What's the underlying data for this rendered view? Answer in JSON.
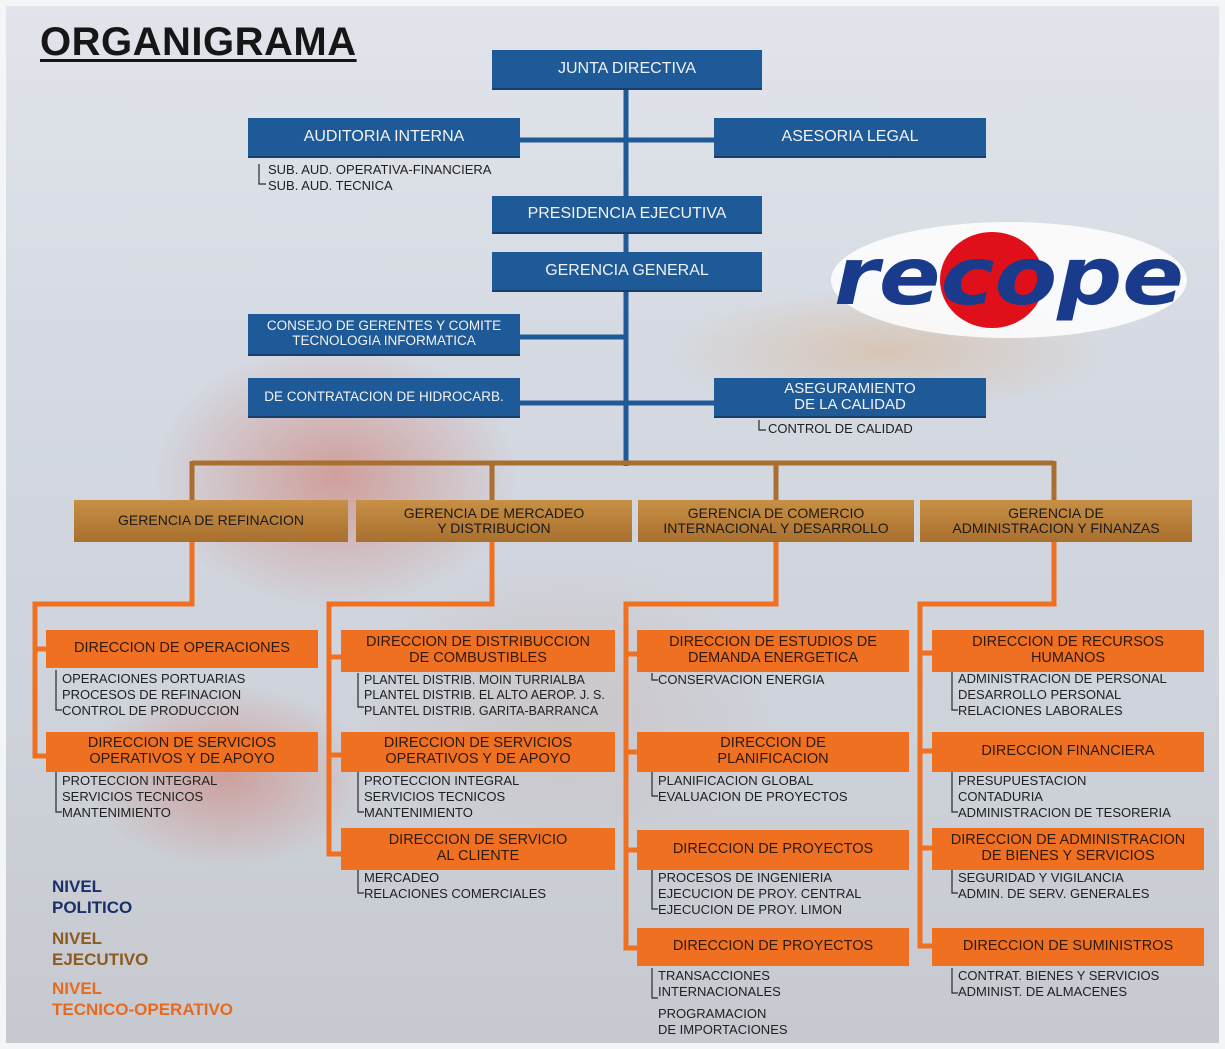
{
  "title": "ORGANIGRAMA",
  "logo_text": "recope",
  "colors": {
    "politico": "#1e5a97",
    "ejecutivo": "#a86f2e",
    "tecnico_operativo": "#f07022",
    "logo_blue": "#1a3a8c",
    "logo_red": "#e0101a"
  },
  "top": {
    "junta": "JUNTA DIRECTIVA",
    "auditoria": "AUDITORIA INTERNA",
    "auditoria_items": [
      "SUB. AUD. OPERATIVA-FINANCIERA",
      "SUB. AUD. TECNICA"
    ],
    "asesoria": "ASESORIA LEGAL",
    "presidencia": "PRESIDENCIA EJECUTIVA",
    "gerencia_general": "GERENCIA GENERAL",
    "consejo": "CONSEJO DE GERENTES Y COMITE\nTECNOLOGIA INFORMATICA",
    "contratacion": "DE CONTRATACION DE HIDROCARB.",
    "aseguramiento": "ASEGURAMIENTO\nDE LA CALIDAD",
    "aseguramiento_items": [
      "CONTROL DE CALIDAD"
    ]
  },
  "gerencias": [
    {
      "name": "GERENCIA DE REFINACION",
      "direcciones": [
        {
          "name": "DIRECCION DE OPERACIONES",
          "items": [
            "OPERACIONES PORTUARIAS",
            "PROCESOS DE REFINACION",
            "CONTROL DE PRODUCCION"
          ]
        },
        {
          "name": "DIRECCION DE SERVICIOS\nOPERATIVOS Y DE APOYO",
          "items": [
            "PROTECCION INTEGRAL",
            "SERVICIOS TECNICOS",
            "MANTENIMIENTO"
          ]
        }
      ]
    },
    {
      "name": "GERENCIA DE MERCADEO\nY DISTRIBUCION",
      "direcciones": [
        {
          "name": "DIRECCION DE DISTRIBUCCION\nDE COMBUSTIBLES",
          "items": [
            "PLANTEL DISTRIB. MOIN TURRIALBA",
            "PLANTEL DISTRIB. EL ALTO AEROP. J. S.",
            "PLANTEL DISTRIB. GARITA-BARRANCA"
          ]
        },
        {
          "name": "DIRECCION DE SERVICIOS\nOPERATIVOS Y DE APOYO",
          "items": [
            "PROTECCION INTEGRAL",
            "SERVICIOS TECNICOS",
            "MANTENIMIENTO"
          ]
        },
        {
          "name": "DIRECCION DE SERVICIO\nAL CLIENTE",
          "items": [
            "MERCADEO",
            "RELACIONES COMERCIALES"
          ]
        }
      ]
    },
    {
      "name": "GERENCIA DE COMERCIO\nINTERNACIONAL Y DESARROLLO",
      "direcciones": [
        {
          "name": "DIRECCION DE ESTUDIOS DE\nDEMANDA ENERGETICA",
          "items": [
            "CONSERVACION ENERGIA"
          ]
        },
        {
          "name": "DIRECCION DE\nPLANIFICACION",
          "items": [
            "PLANIFICACION GLOBAL",
            "EVALUACION DE PROYECTOS"
          ]
        },
        {
          "name": "DIRECCION DE PROYECTOS",
          "items": [
            "PROCESOS DE INGENIERIA",
            "EJECUCION DE PROY. CENTRAL",
            "EJECUCION DE PROY. LIMON"
          ]
        },
        {
          "name": "DIRECCION DE PROYECTOS",
          "items": [
            "TRANSACCIONES",
            "INTERNACIONALES",
            "PROGRAMACION",
            "DE IMPORTACIONES"
          ]
        }
      ]
    },
    {
      "name": "GERENCIA DE\nADMINISTRACION Y FINANZAS",
      "direcciones": [
        {
          "name": "DIRECCION DE RECURSOS\nHUMANOS",
          "items": [
            "ADMINISTRACION DE PERSONAL",
            "DESARROLLO PERSONAL",
            "RELACIONES LABORALES"
          ]
        },
        {
          "name": "DIRECCION FINANCIERA",
          "items": [
            "PRESUPUESTACION",
            "CONTADURIA",
            "ADMINISTRACION DE TESORERIA"
          ]
        },
        {
          "name": "DIRECCION DE ADMINISTRACION\nDE BIENES Y SERVICIOS",
          "items": [
            "SEGURIDAD Y VIGILANCIA",
            "ADMIN. DE SERV. GENERALES"
          ]
        },
        {
          "name": "DIRECCION DE SUMINISTROS",
          "items": [
            "CONTRAT. BIENES Y SERVICIOS",
            "ADMINIST. DE ALMACENES"
          ]
        }
      ]
    }
  ],
  "legend": [
    {
      "line1": "NIVEL",
      "line2": "POLITICO"
    },
    {
      "line1": "NIVEL",
      "line2": "EJECUTIVO"
    },
    {
      "line1": "NIVEL",
      "line2": "TECNICO-OPERATIVO"
    }
  ]
}
